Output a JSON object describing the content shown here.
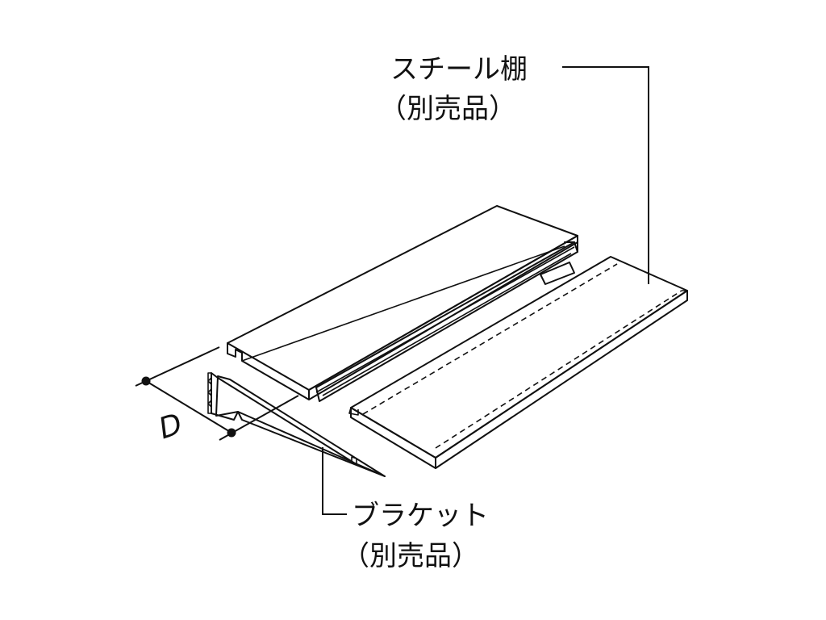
{
  "labels": {
    "steel_shelf": {
      "name": "スチール棚",
      "note": "（別売品）"
    },
    "bracket": {
      "name": "ブラケット",
      "note": "（別売品）"
    },
    "depth": "D"
  },
  "colors": {
    "line": "#111111",
    "shelf_fill": "#dcdcdc",
    "bracket_fill": "#d6d6d6",
    "background": "#ffffff"
  }
}
